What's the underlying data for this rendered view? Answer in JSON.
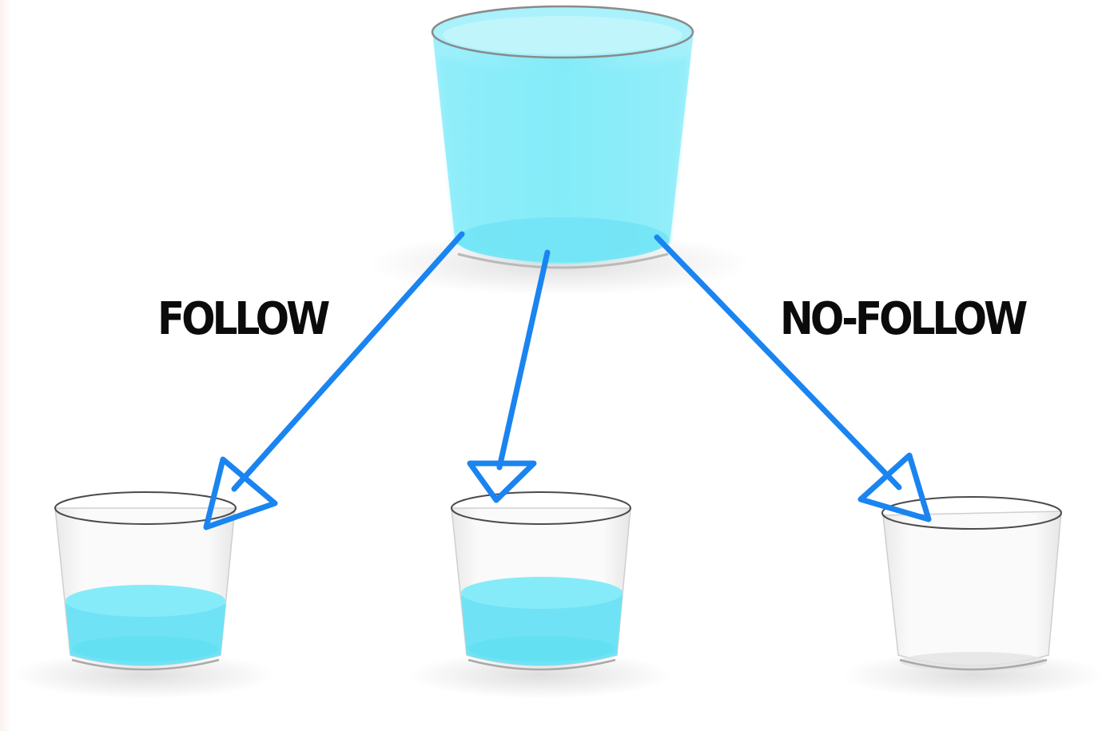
{
  "labels": {
    "follow": "FOLLOW",
    "no_follow": "NO-FOLLOW"
  },
  "source": {
    "name": "source-cup",
    "fill_level": 1.0
  },
  "targets": [
    {
      "name": "left-cup",
      "fill_level": 0.45,
      "link_type": "follow"
    },
    {
      "name": "middle-cup",
      "fill_level": 0.5,
      "link_type": "follow"
    },
    {
      "name": "right-cup",
      "fill_level": 0.0,
      "link_type": "no-follow"
    }
  ],
  "colors": {
    "water": "#7ee8f8",
    "water_dark": "#5fdcf2",
    "arrow": "#1a84f0",
    "glass_rim": "#6a6a6a",
    "text": "#0b0b0b"
  }
}
